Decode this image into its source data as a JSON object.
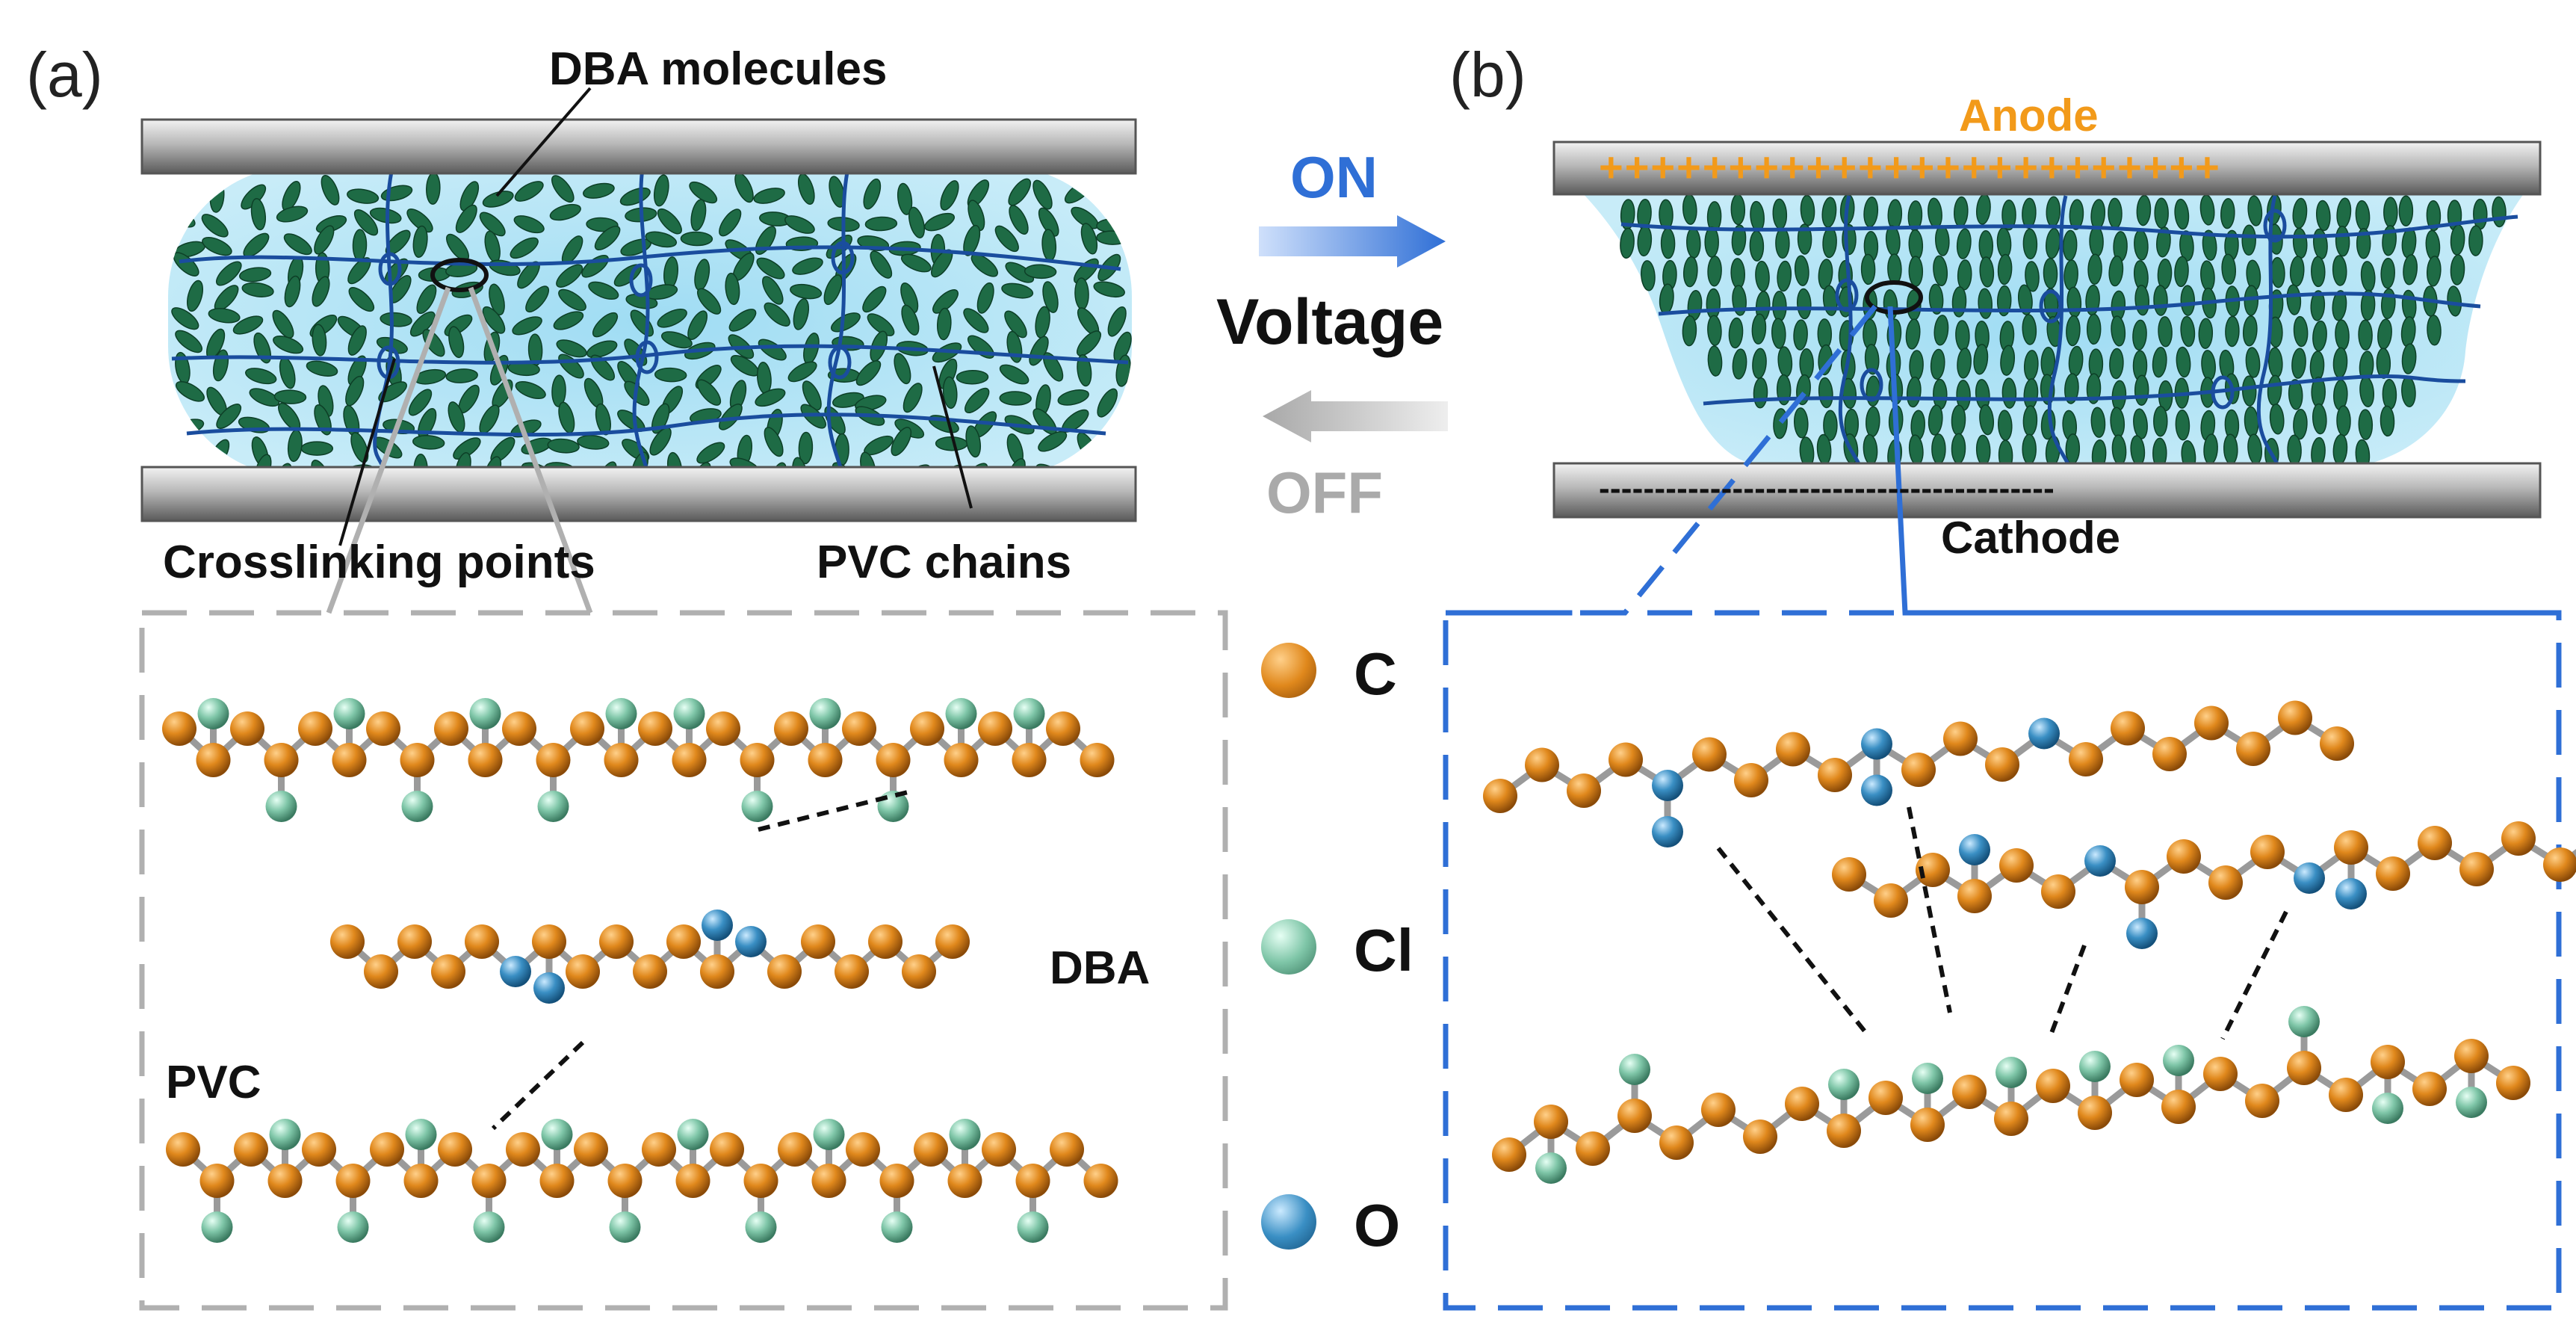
{
  "panel_a": {
    "letter": "(a)",
    "dba_label": "DBA molecules",
    "crosslink_label": "Crosslinking points",
    "pvc_label": "PVC chains"
  },
  "panel_b": {
    "letter": "(b)",
    "anode_label": "Anode",
    "cathode_label": "Cathode",
    "anode_signs": "++++++++++++++++++++++++",
    "cathode_signs": "- - - - - - - - - - - - - - - - - - - - - - - - - - - - - - - - - - - - - - - - -"
  },
  "switch": {
    "on_label": "ON",
    "voltage_label": "Voltage",
    "off_label": "OFF"
  },
  "detail_a": {
    "dba_label": "DBA",
    "pvc_label": "PVC"
  },
  "legend": [
    {
      "symbol": "C",
      "color": "#e08a1e"
    },
    {
      "symbol": "Cl",
      "color": "#7fc6a8"
    },
    {
      "symbol": "O",
      "color": "#3a8fc4"
    }
  ],
  "colors": {
    "gel": "#b9e6f6",
    "dba": "#1e6b45",
    "chain": "#1a4d9e",
    "arrow_on": "#2f6fd6",
    "arrow_off": "#aaaaaa",
    "anode": "#f29a1a"
  }
}
